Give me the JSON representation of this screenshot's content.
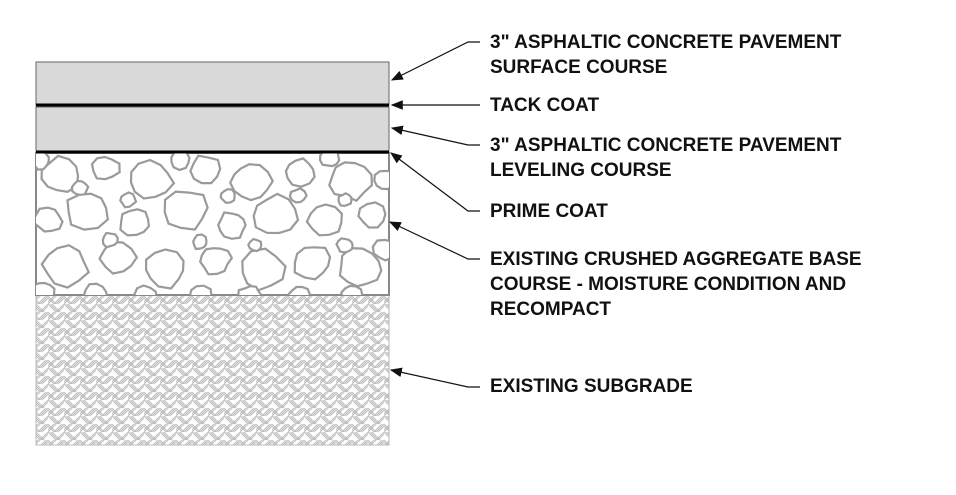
{
  "layers": [
    {
      "id": "surface",
      "lines": [
        "3\" ASPHALTIC CONCRETE PAVEMENT",
        "SURFACE COURSE"
      ]
    },
    {
      "id": "tack",
      "lines": [
        "TACK COAT"
      ]
    },
    {
      "id": "leveling",
      "lines": [
        "3\" ASPHALTIC CONCRETE PAVEMENT",
        "LEVELING COURSE"
      ]
    },
    {
      "id": "prime",
      "lines": [
        "PRIME COAT"
      ]
    },
    {
      "id": "base",
      "lines": [
        "EXISTING CRUSHED AGGREGATE BASE",
        "COURSE - MOISTURE CONDITION AND",
        "RECOMPACT"
      ]
    },
    {
      "id": "subgrade",
      "lines": [
        "EXISTING SUBGRADE"
      ]
    }
  ],
  "colors": {
    "asphalt_fill": "#d9d9d9",
    "asphalt_outline": "#666666",
    "aggregate_outline": "#9a9a9a",
    "subgrade_hatch": "#bdbdbd",
    "leader": "#111111"
  }
}
